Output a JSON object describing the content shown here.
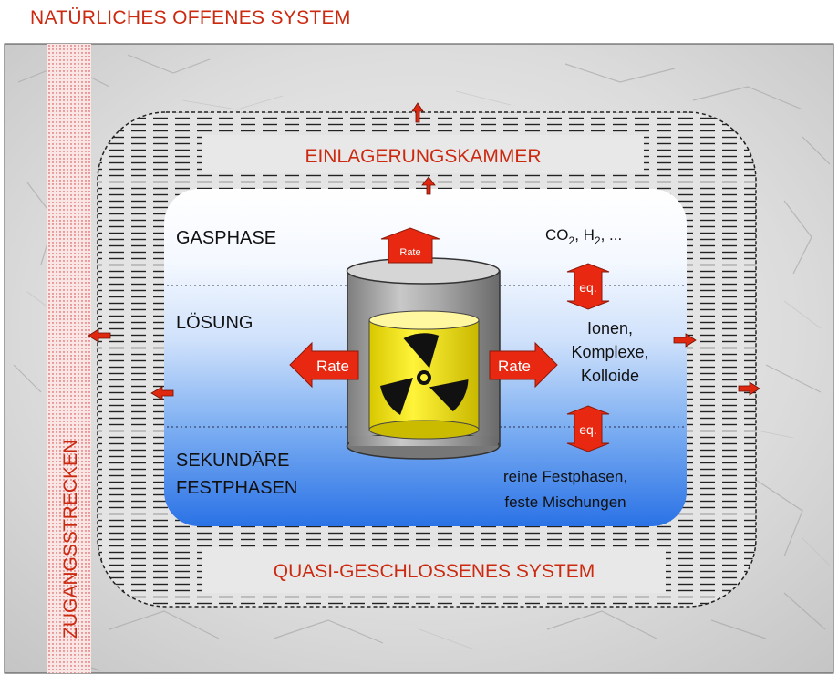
{
  "title": "NATÜRLICHES OFFENES SYSTEM",
  "access_label": "ZUGANGSSTRECKEN",
  "chamber_label": "EINLAGERUNGSKAMMER",
  "closed_system_label": "QUASI-GESCHLOSSENES SYSTEM",
  "zones": {
    "gas": "GASPHASE",
    "solution": "LÖSUNG",
    "solids_line1": "SEKUNDÄRE",
    "solids_line2": "FESTPHASEN"
  },
  "gas_species": {
    "co": "CO",
    "co_sub": "2",
    "h": ", H",
    "h_sub": "2",
    "rest": ", ..."
  },
  "solution_species": [
    "Ionen,",
    "Komplexe,",
    "Kolloide"
  ],
  "solid_species": [
    "reine Festphasen,",
    "feste Mischungen"
  ],
  "arrows": {
    "rate_top": "Rate",
    "rate_left": "Rate",
    "rate_right": "Rate",
    "eq_upper": "eq.",
    "eq_lower": "eq."
  },
  "colors": {
    "title_red": "#cc2a10",
    "arrow_red": "#e82810",
    "radiation_yellow": "#ffee00",
    "water_blue": "#2a7ae8"
  },
  "icons": [
    "radiation-trefoil-icon",
    "waste-canister-icon"
  ]
}
